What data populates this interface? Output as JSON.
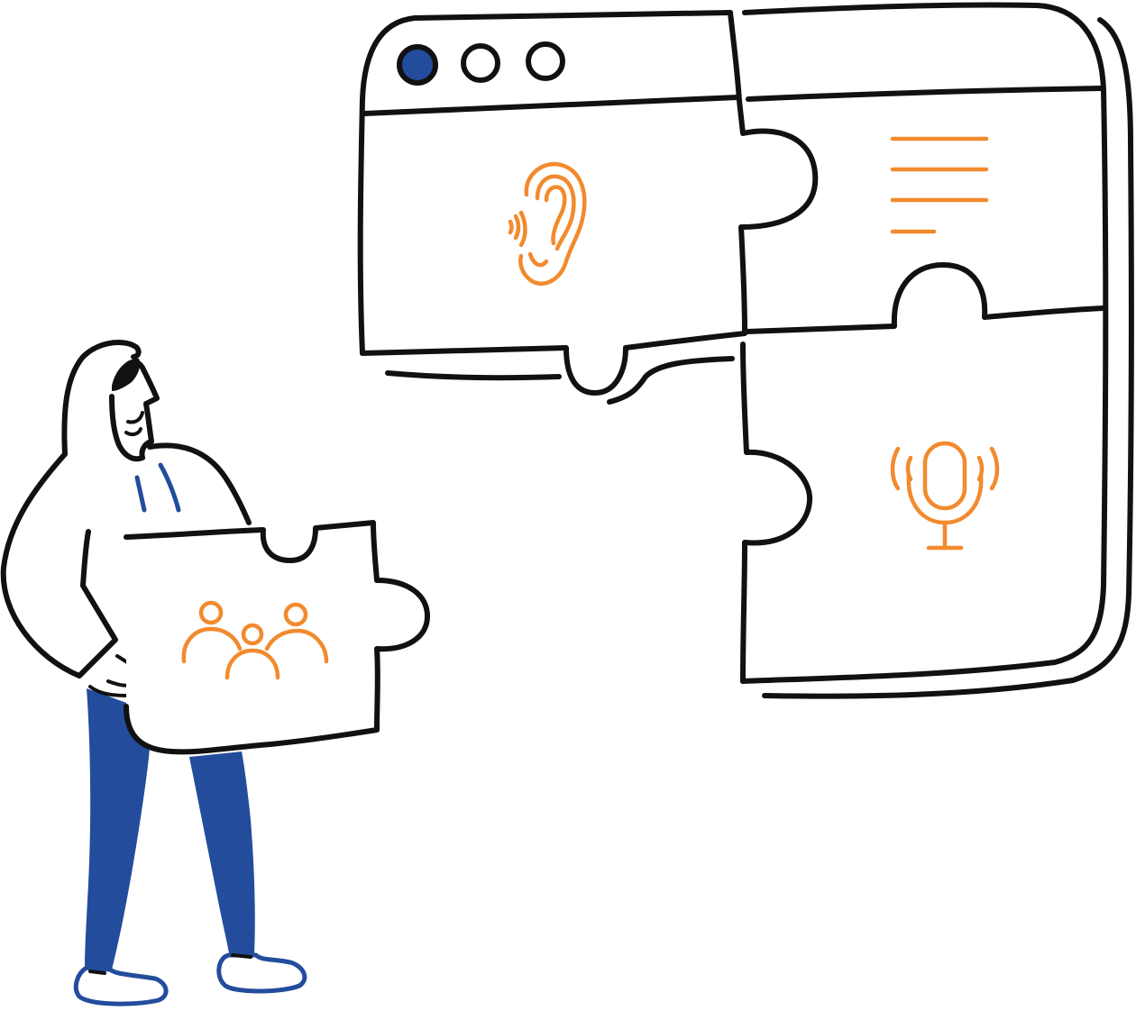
{
  "colors": {
    "ink": "#111111",
    "accent": "#f28a2e",
    "brand_blue": "#234c9c",
    "background": "#ffffff"
  },
  "illustration": {
    "window_controls": [
      "dot-filled",
      "dot-empty",
      "dot-empty"
    ],
    "puzzle_icons": [
      "ear-icon",
      "text-lines-icon",
      "microphone-icon",
      "group-people-icon"
    ]
  }
}
